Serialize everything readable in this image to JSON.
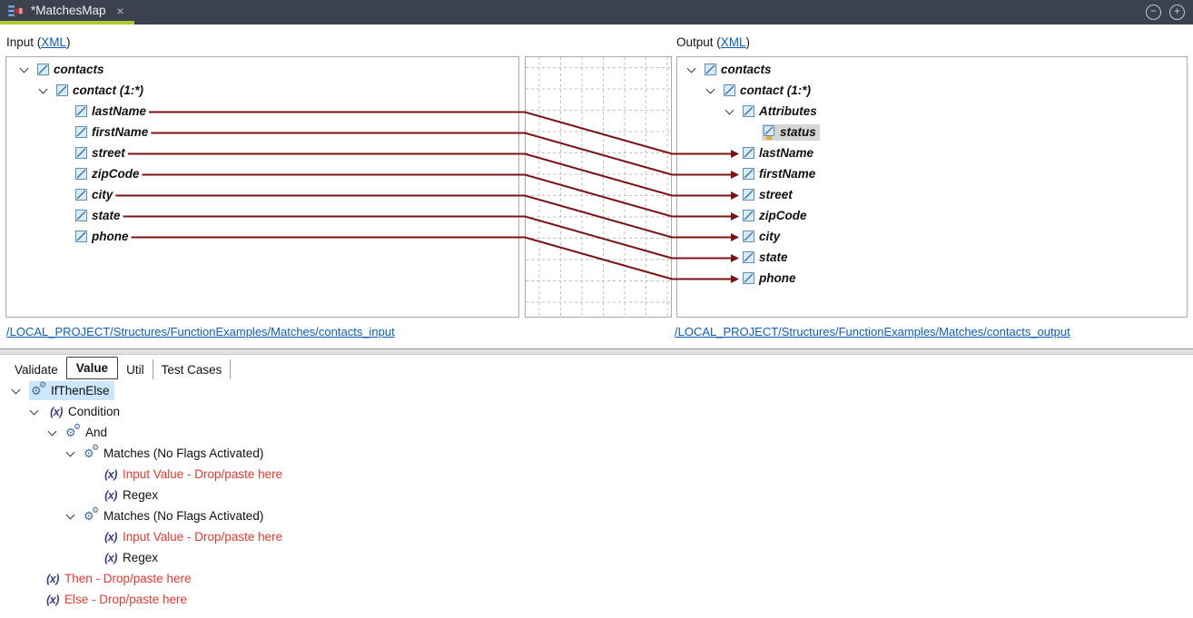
{
  "titlebar": {
    "tab_label": "*MatchesMap",
    "close_glyph": "×",
    "zoom_out_glyph": "−",
    "zoom_in_glyph": "+"
  },
  "headers": {
    "input": {
      "prefix": "Input (",
      "link": "XML",
      "suffix": ")"
    },
    "output": {
      "prefix": "Output (",
      "link": "XML",
      "suffix": ")"
    }
  },
  "input_tree": {
    "rows": [
      {
        "label": "contacts"
      },
      {
        "label": "contact (1:*)"
      },
      {
        "label": "lastName"
      },
      {
        "label": "firstName"
      },
      {
        "label": "street"
      },
      {
        "label": "zipCode"
      },
      {
        "label": "city"
      },
      {
        "label": "state"
      },
      {
        "label": "phone"
      }
    ]
  },
  "output_tree": {
    "rows": [
      {
        "label": "contacts"
      },
      {
        "label": "contact (1:*)"
      },
      {
        "label": "Attributes"
      },
      {
        "label": "status",
        "selected": true
      },
      {
        "label": "lastName"
      },
      {
        "label": "firstName"
      },
      {
        "label": "street"
      },
      {
        "label": "zipCode"
      },
      {
        "label": "city"
      },
      {
        "label": "state"
      },
      {
        "label": "phone"
      }
    ]
  },
  "connections": [
    {
      "from": "lastName",
      "from_row": 2,
      "to": "lastName",
      "to_row": 4
    },
    {
      "from": "firstName",
      "from_row": 3,
      "to": "firstName",
      "to_row": 5
    },
    {
      "from": "street",
      "from_row": 4,
      "to": "street",
      "to_row": 6
    },
    {
      "from": "zipCode",
      "from_row": 5,
      "to": "zipCode",
      "to_row": 7
    },
    {
      "from": "city",
      "from_row": 6,
      "to": "city",
      "to_row": 8
    },
    {
      "from": "state",
      "from_row": 7,
      "to": "state",
      "to_row": 9
    },
    {
      "from": "phone",
      "from_row": 8,
      "to": "phone",
      "to_row": 10
    }
  ],
  "links": {
    "source": "/LOCAL_PROJECT/Structures/FunctionExamples/Matches/contacts_input",
    "target": "/LOCAL_PROJECT/Structures/FunctionExamples/Matches/contacts_output"
  },
  "bottom_tabs": {
    "items": [
      {
        "label": "Validate"
      },
      {
        "label": "Value",
        "active": true
      },
      {
        "label": "Util"
      },
      {
        "label": "Test Cases"
      }
    ]
  },
  "function_tree": {
    "rows": [
      {
        "label": "IfThenElse",
        "selected": true
      },
      {
        "label": "Condition"
      },
      {
        "label": "And"
      },
      {
        "label": "Matches (No Flags Activated)"
      },
      {
        "label": "Input Value - Drop/paste here",
        "hint": true
      },
      {
        "label": "Regex"
      },
      {
        "label": "Matches (No Flags Activated)"
      },
      {
        "label": "Input Value - Drop/paste here",
        "hint": true
      },
      {
        "label": "Regex"
      },
      {
        "label": "Then - Drop/paste here",
        "hint": true
      },
      {
        "label": "Else - Drop/paste here",
        "hint": true
      }
    ]
  },
  "icons": {
    "fx_glyph": "(x)",
    "gear_glyph": "⚙"
  },
  "colors": {
    "connector": "#7b1315",
    "link": "#0a5dc2",
    "drop_hint_red": "#e8382e",
    "tab_underline": "#b2c832",
    "titlebar_bg": "#3b414d",
    "selection_blue": "#cde7fa",
    "selection_gray": "#d6d6d6"
  }
}
